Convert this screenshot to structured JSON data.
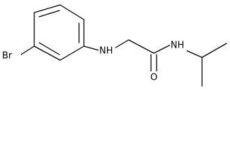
{
  "molecule": {
    "atoms": {
      "bromine": "Br",
      "amine_nitrogen": "NH",
      "amide_nitrogen": "NH",
      "carbonyl_oxygen": "O"
    }
  },
  "colors": {
    "bond": "#000000",
    "label": "#000000",
    "background": "#ffffff"
  }
}
